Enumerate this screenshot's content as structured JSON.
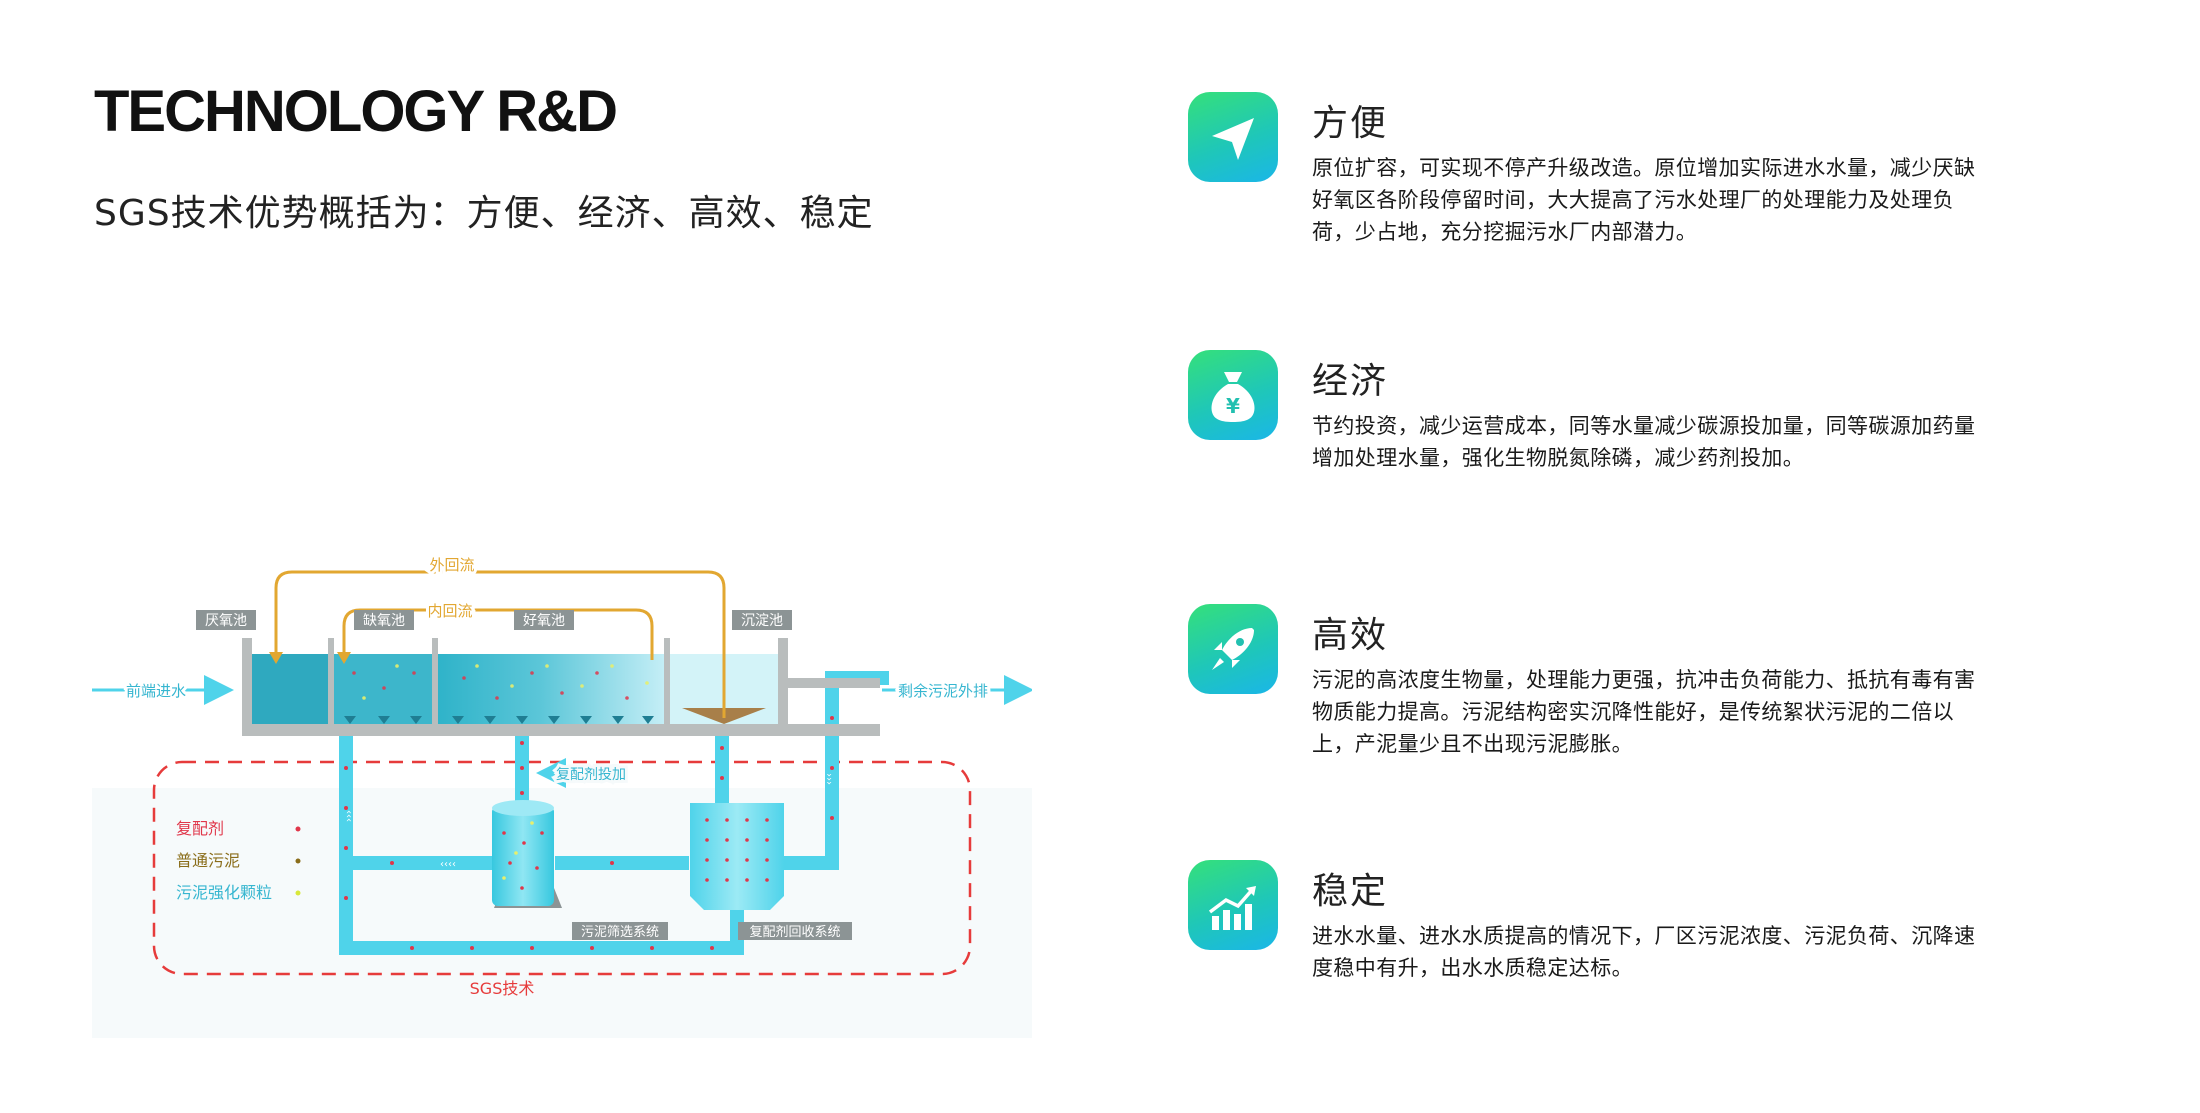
{
  "header": {
    "title": "TECHNOLOGY R&D",
    "subtitle": "SGS技术优势概括为：方便、经济、高效、稳定"
  },
  "diagram": {
    "tanks": {
      "anaerobic": "厌氧池",
      "anoxic": "缺氧池",
      "aerobic": "好氧池",
      "sedimentation": "沉淀池"
    },
    "flows": {
      "external_return": "外回流",
      "internal_return": "内回流",
      "inlet": "前端进水",
      "excess_sludge": "剩余污泥外排",
      "dosing": "复配剂投加"
    },
    "systems": {
      "screening": "污泥筛选系统",
      "recovery": "复配剂回收系统"
    },
    "legend": [
      {
        "label": "复配剂",
        "color": "#e0364a"
      },
      {
        "label": "普通污泥",
        "color": "#8a6d1a"
      },
      {
        "label": "污泥强化颗粒",
        "color": "#d8e83a"
      }
    ],
    "region_label": "SGS技术",
    "colors": {
      "water": "#4fd3ea",
      "accent_arrow": "#e2a731",
      "dashed_border": "#e63b3b",
      "tank_wall": "#b9bdbd",
      "tag_bg": "#8c9495"
    }
  },
  "features": [
    {
      "icon": "paper-plane-icon",
      "title": "方便",
      "description": "原位扩容，可实现不停产升级改造。原位增加实际进水水量，减少厌缺好氧区各阶段停留时间，大大提高了污水处理厂的处理能力及处理负荷，少占地，充分挖掘污水厂内部潜力。"
    },
    {
      "icon": "money-bag-icon",
      "title": "经济",
      "description": "节约投资，减少运营成本，同等水量减少碳源投加量，同等碳源加药量增加处理水量，强化生物脱氮除磷，减少药剂投加。"
    },
    {
      "icon": "rocket-icon",
      "title": "高效",
      "description": "污泥的高浓度生物量，处理能力更强，抗冲击负荷能力、抵抗有毒有害物质能力提高。污泥结构密实沉降性能好，是传统絮状污泥的二倍以上，产泥量少且不出现污泥膨胀。"
    },
    {
      "icon": "growth-chart-icon",
      "title": "稳定",
      "description": "进水水量、进水水质提高的情况下，厂区污泥浓度、污泥负荷、沉降速度稳中有升，出水水质稳定达标。"
    }
  ]
}
